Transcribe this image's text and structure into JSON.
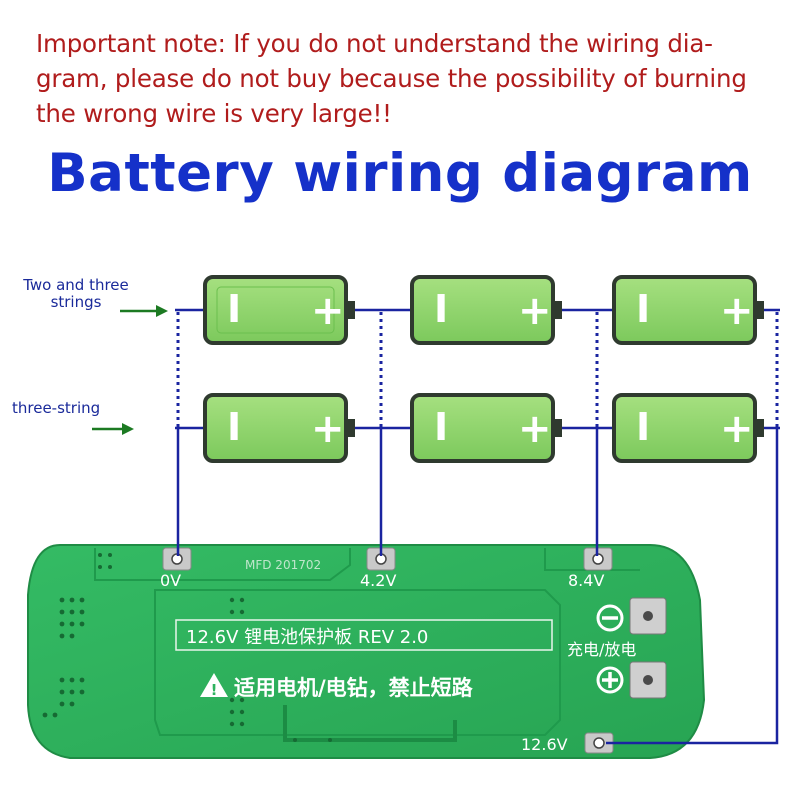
{
  "note": {
    "line1": "Important note: If you do not understand the wiring dia-",
    "line2": "gram, please do not buy because the possibility of burning",
    "line3": "the wrong wire is very large!!"
  },
  "title": "Battery wiring diagram",
  "labels": {
    "two_three_line1": "Two and three",
    "two_three_line2": "strings",
    "three_string": "three-string"
  },
  "battery": {
    "minus": "I",
    "plus": "+"
  },
  "board": {
    "pad_0v": "0V",
    "pad_42v": "4.2V",
    "pad_84v": "8.4V",
    "pad_126v": "12.6V",
    "date_code": "MFD 201702",
    "model_line": "12.6V 锂电池保护板 REV 2.0",
    "warning_line": "适用电机/电钻，禁止短路",
    "charge_label": "充电/放电",
    "warning_icon": "!"
  },
  "colors": {
    "note_text": "#b01c1c",
    "title_text": "#1531c9",
    "wire": "#1a24a0",
    "arrow": "#1c7a22",
    "battery_fill": "#8ed66e",
    "battery_outline": "#2f3a2f",
    "pcb_green": "#2fb35f"
  },
  "icons": [
    "arrow-right-icon",
    "battery-icon",
    "warning-triangle-icon",
    "minus-circle-icon",
    "plus-circle-icon"
  ]
}
